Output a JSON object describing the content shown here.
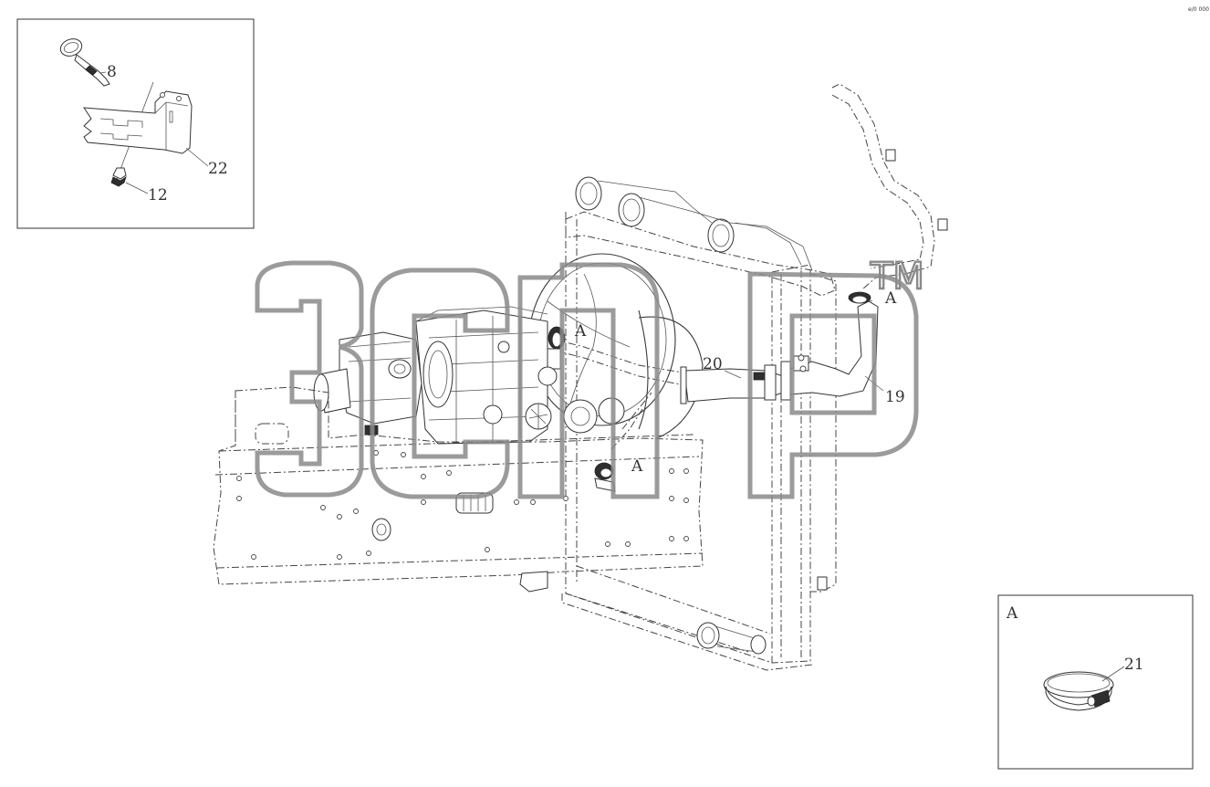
{
  "diagram": {
    "callouts": {
      "c8": "8",
      "c22": "22",
      "c12": "12",
      "c20": "20",
      "c19": "19",
      "c21": "21"
    },
    "view_markers": {
      "a_top_right": "A",
      "a_upper_middle": "A",
      "a_lower_middle": "A",
      "detail_box_title": "A"
    },
    "corner_code": "e/0 000"
  }
}
